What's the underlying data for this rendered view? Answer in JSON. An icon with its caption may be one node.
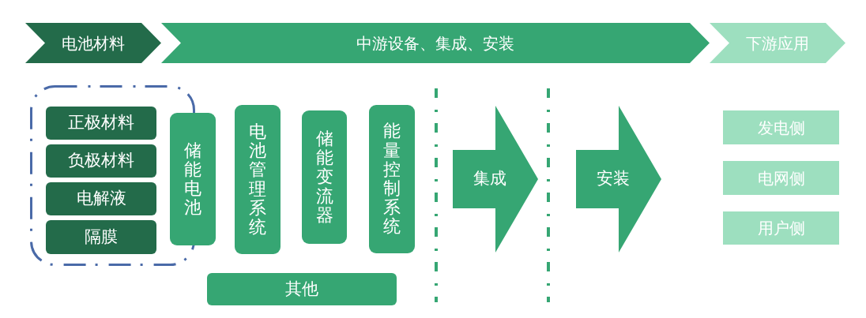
{
  "diagram": {
    "nodes": [
      {
        "text": [
          "电池材料"
        ]
      },
      {
        "text": [
          "中游设备、集成、安装"
        ]
      },
      {
        "text": [
          "下游应用"
        ]
      },
      {
        "text": [],
        "shape": "box"
      },
      {
        "text": [
          "正极材料"
        ],
        "in": 3
      },
      {
        "text": [
          "负极材料"
        ],
        "in": 3
      },
      {
        "text": [
          "电解液"
        ],
        "in": 3
      },
      {
        "text": [
          "隔膜"
        ],
        "in": 3
      },
      {
        "text": [
          "储能电池"
        ]
      },
      {
        "text": [
          "电池管理系统"
        ]
      },
      {
        "text": [
          "储能变流器"
        ]
      },
      {
        "text": [
          "能量控制系统"
        ]
      },
      {
        "text": [
          "其他"
        ]
      },
      {
        "text": [
          "集成"
        ]
      },
      {
        "text": [
          "安装"
        ]
      },
      {
        "text": [
          "发电侧"
        ]
      },
      {
        "text": [
          "电网侧"
        ]
      },
      {
        "text": [
          "用户侧"
        ]
      }
    ]
  }
}
